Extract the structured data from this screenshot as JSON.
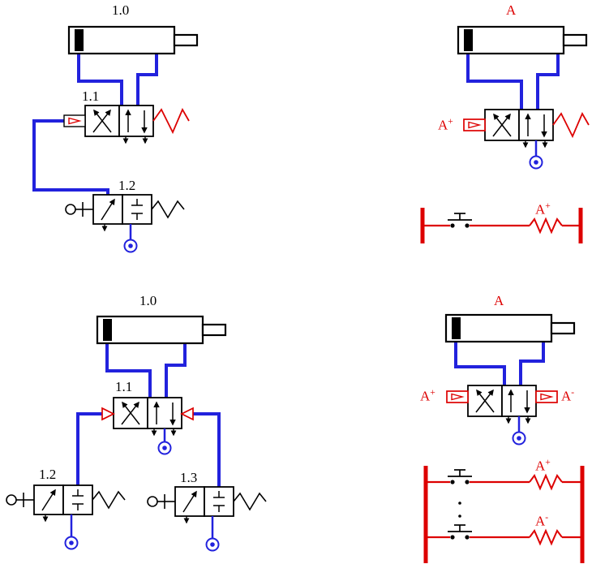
{
  "colors": {
    "tube": "#2222dd",
    "signal": "#dd0000",
    "outline": "#000000",
    "background": "#ffffff"
  },
  "top_left": {
    "cylinder_label": "1.0",
    "main_valve_label": "1.1",
    "button_valve_label": "1.2"
  },
  "top_right": {
    "cylinder_label": "A",
    "solenoid_label": {
      "base": "A",
      "sup": "+"
    },
    "ladder": {
      "coil_label": {
        "base": "A",
        "sup": "+"
      }
    }
  },
  "bottom_left": {
    "cylinder_label": "1.0",
    "main_valve_label": "1.1",
    "left_button_valve_label": "1.2",
    "right_button_valve_label": "1.3"
  },
  "bottom_right": {
    "cylinder_label": "A",
    "solenoid_plus_label": {
      "base": "A",
      "sup": "+"
    },
    "solenoid_minus_label": {
      "base": "A",
      "sup": "-"
    },
    "ladder": {
      "coil_plus_label": {
        "base": "A",
        "sup": "+"
      },
      "coil_minus_label": {
        "base": "A",
        "sup": "-"
      }
    }
  }
}
